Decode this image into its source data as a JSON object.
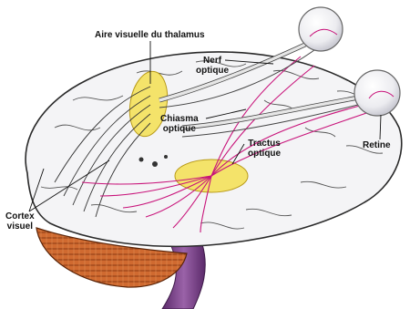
{
  "labels": {
    "aire_visuelle": "Aire visuelle du thalamus",
    "nerf_optique_1": "Nerf",
    "nerf_optique_2": "optique",
    "chiasma_1": "Chiasma",
    "chiasma_2": "optique",
    "tractus_1": "Tractus",
    "tractus_2": "optique",
    "retine": "Retine",
    "cortex_1": "Cortex",
    "cortex_2": "visuel"
  },
  "colors": {
    "brain_fill": "#f4f4f6",
    "brain_outline": "#2a2a2a",
    "thalamus_yellow": "#f4e36a",
    "optic_nerve": "#e6e6e6",
    "radiation_pink": "#c8137a",
    "cerebellum": "#c8602b",
    "brainstem": "#7b3f86"
  }
}
